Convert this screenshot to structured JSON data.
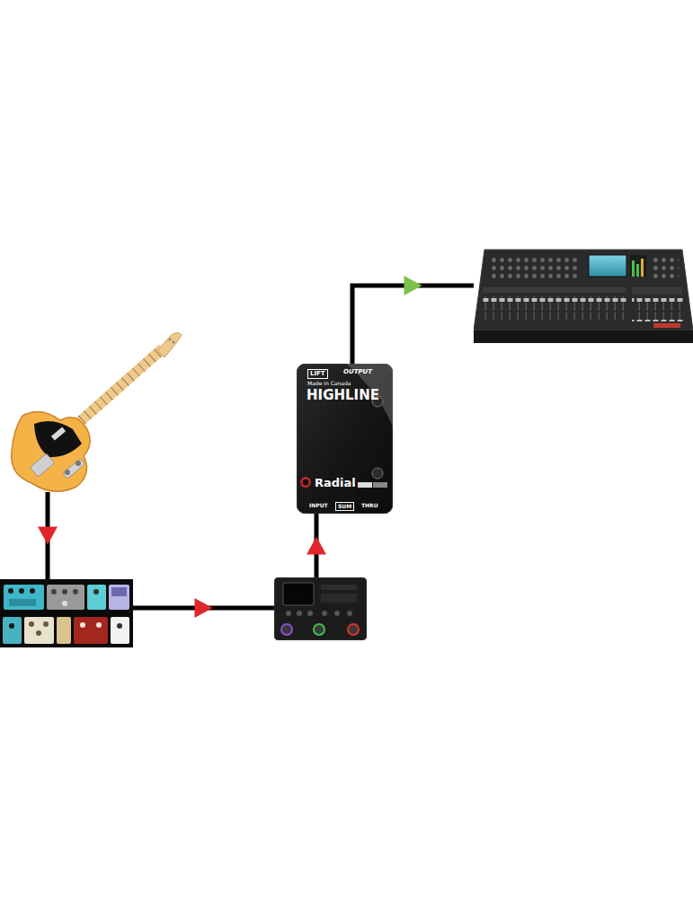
{
  "diagram": {
    "nodes": [
      {
        "text": []
      },
      {
        "text": []
      },
      {
        "text": []
      },
      {
        "text": [
          "LIFT",
          "OUTPUT",
          "Made in Canada",
          "HIGHLINE",
          "Radial",
          "INPUT",
          "SUM",
          "THRU"
        ]
      },
      {
        "text": []
      }
    ],
    "edges": [
      {
        "from": 0,
        "to": 1,
        "arrow": "to"
      },
      {
        "from": 1,
        "to": 2,
        "arrow": "to"
      },
      {
        "from": 2,
        "to": 3,
        "arrow": "to"
      },
      {
        "from": 3,
        "to": 4,
        "arrow": "to"
      }
    ]
  }
}
